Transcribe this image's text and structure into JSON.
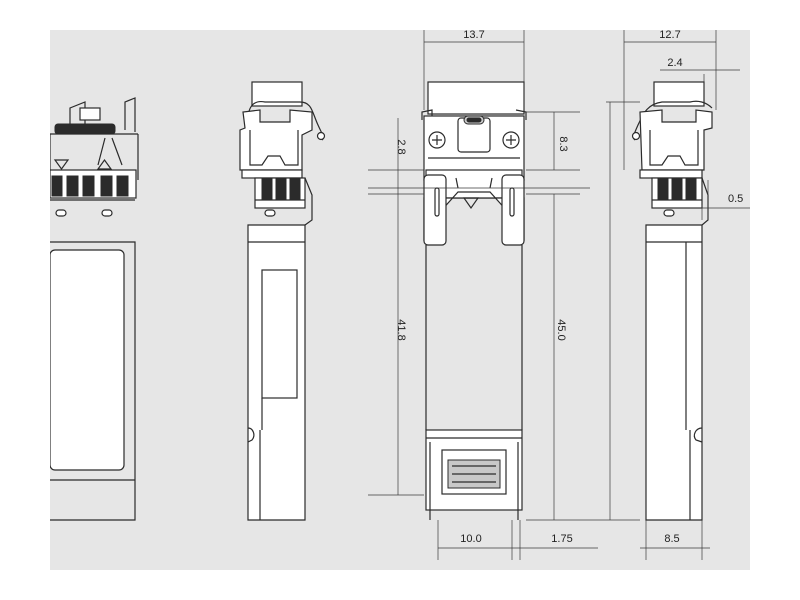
{
  "colors": {
    "background": "#ffffff",
    "panel": "#e6e6e6",
    "line": "#2b2b2b",
    "fill_dark": "#2b2b2b"
  },
  "dimensions": {
    "top_width_front": "13.7",
    "top_width_side": "12.7",
    "latch_offset": "2.4",
    "head_gap": "2.8",
    "screw_height": "8.3",
    "body_height_inner": "41.8",
    "body_height_total": "45.0",
    "side_step": "0.5",
    "bottom_width_front": "10.0",
    "bottom_offset_front": "1.75",
    "bottom_width_side": "8.5"
  }
}
